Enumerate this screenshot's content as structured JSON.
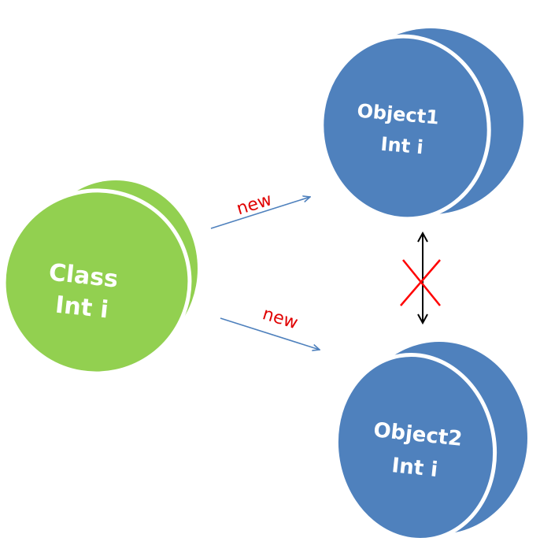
{
  "nodes": {
    "class": {
      "line1": "Class",
      "line2": "Int i",
      "fill": "#92d050"
    },
    "object1": {
      "line1": "Object1",
      "line2": "Int i",
      "fill": "#4f81bd"
    },
    "object2": {
      "line1": "Object2",
      "line2": "Int i",
      "fill": "#4f81bd"
    }
  },
  "edges": {
    "to_object1": {
      "label": "new",
      "color": "#4f81bd"
    },
    "to_object2": {
      "label": "new",
      "color": "#4f81bd"
    }
  },
  "relation": {
    "arrow_color": "#000000",
    "cross_color": "#ff0000"
  }
}
